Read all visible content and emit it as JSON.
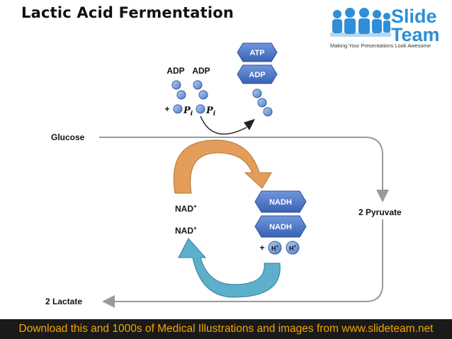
{
  "header": {
    "title": "Lactic Acid Fermentation"
  },
  "logo": {
    "line1": "Slide",
    "line2": "Team",
    "tagline": "Making Your Presentations Look Awesome"
  },
  "diagram": {
    "atp_label": "ATP",
    "adp_hex_label": "ADP",
    "adp_label_1": "ADP",
    "adp_label_2": "ADP",
    "plus_1": "+",
    "pi_label_1": "P",
    "pi_label_2": "P",
    "pi_sub": "i",
    "glucose": "Glucose",
    "pyruvate": "2 Pyruvate",
    "lactate": "2 Lactate",
    "nad_1": "NAD",
    "nad_2": "NAD",
    "superscript_plus": "+",
    "nadh_1": "NADH",
    "nadh_2": "NADH",
    "plus_2": "+",
    "h_label": "H",
    "colors": {
      "hex_fill": "#4a76c8",
      "bead_fill": "#7fa7e0",
      "orange_arrow": "#e9a25e",
      "teal_arrow": "#5fb4d0",
      "pathway": "#9a9a9a"
    }
  },
  "footer": {
    "text": "Download this and 1000s of Medical Illustrations and images from www.slideteam.net"
  }
}
